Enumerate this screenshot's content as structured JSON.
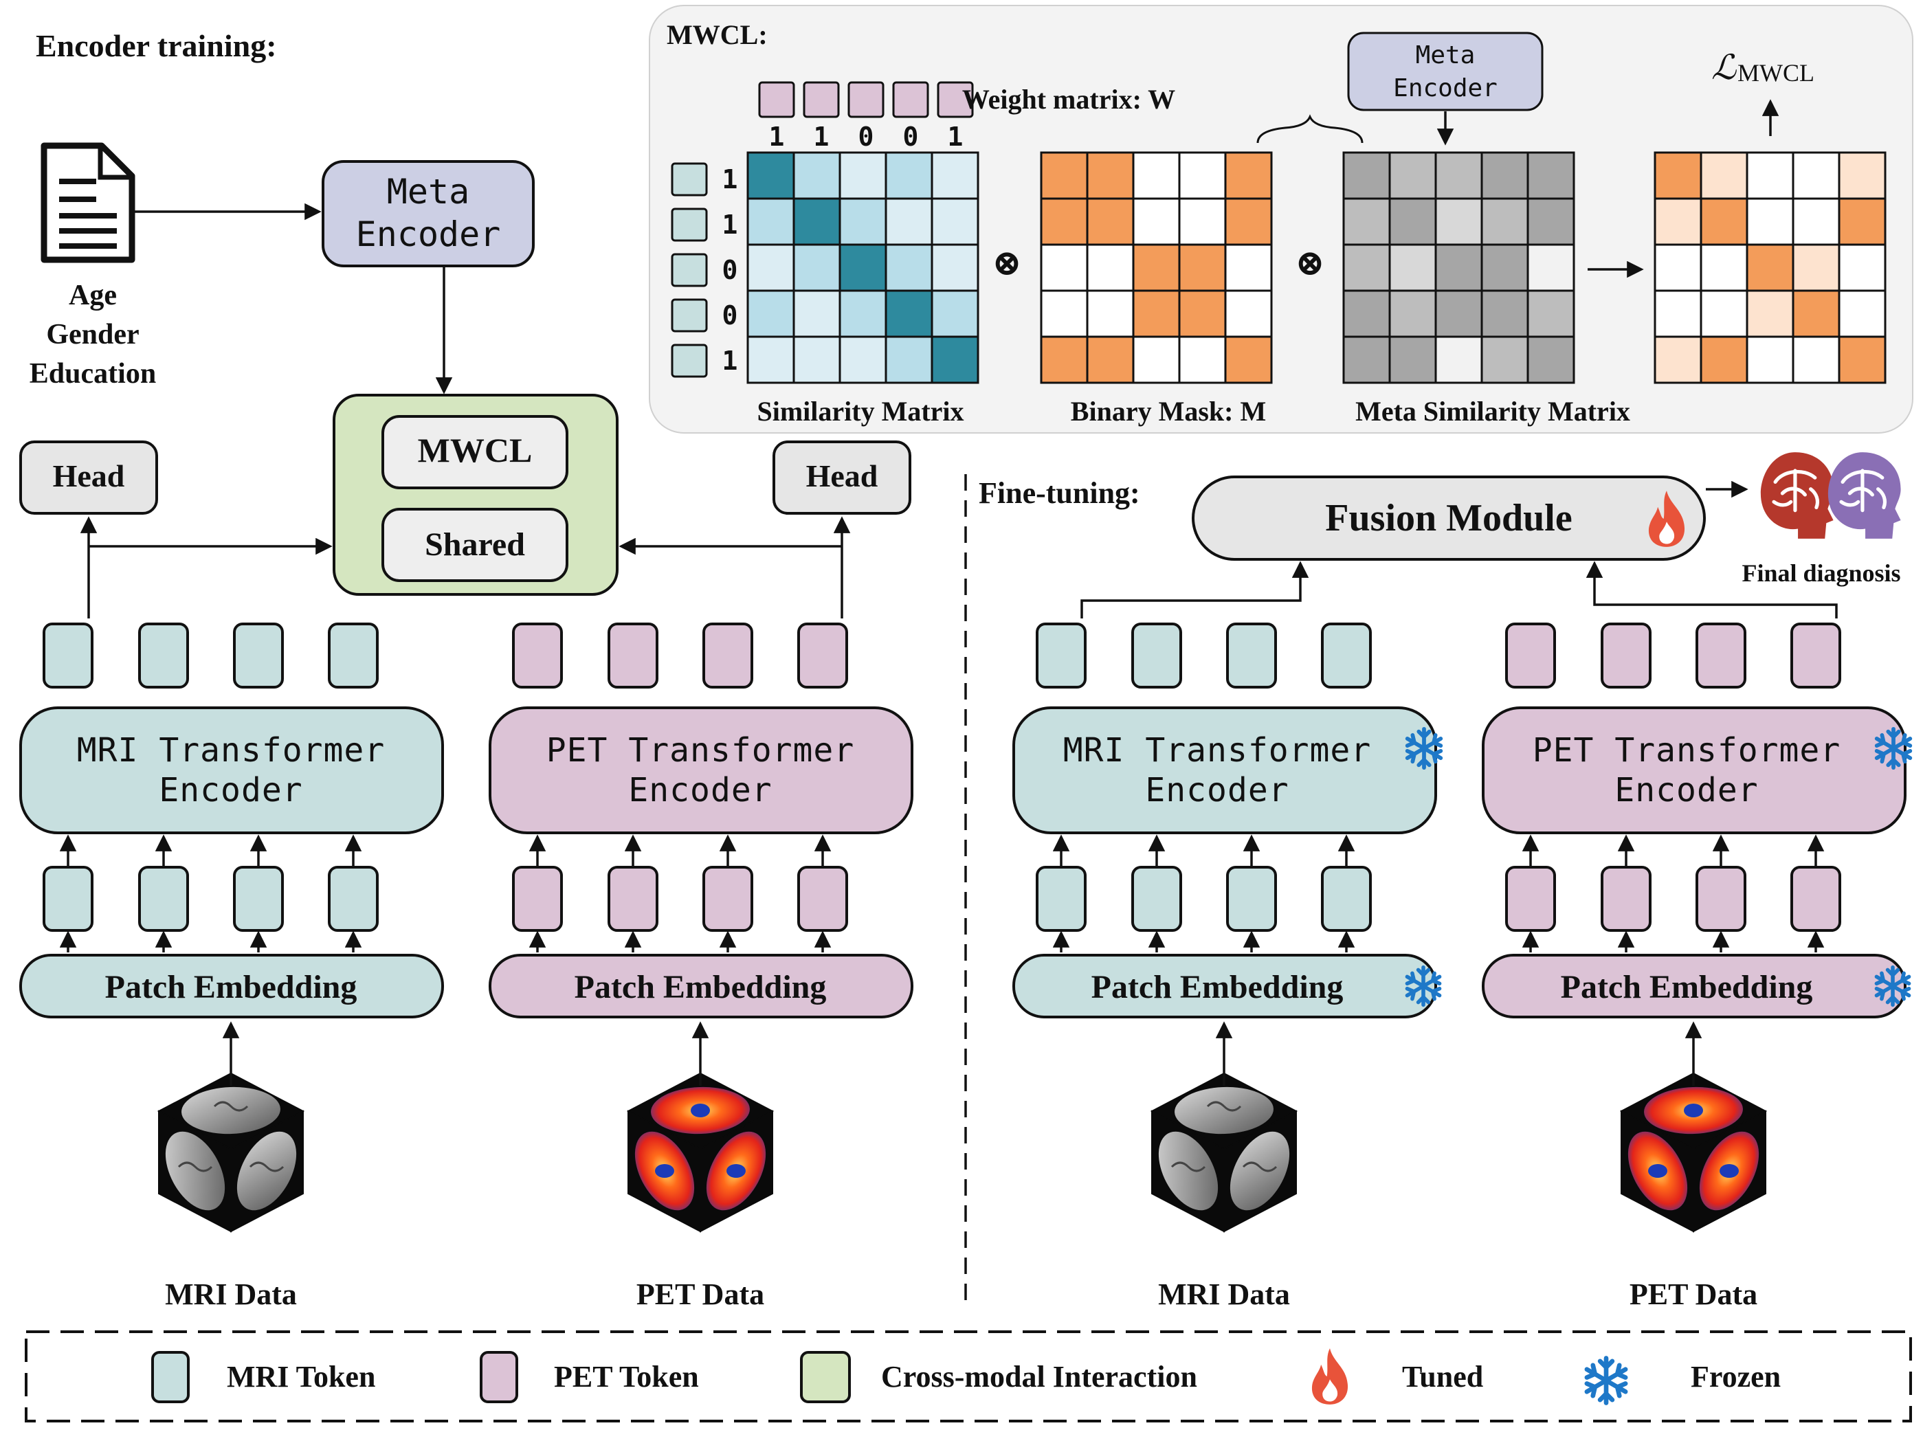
{
  "encoder_training": {
    "title": "Encoder training:",
    "metadata_lines": [
      "Age",
      "Gender",
      "Education"
    ],
    "meta_encoder_lines": [
      "Meta",
      "Encoder"
    ],
    "mwcl_label": "MWCL",
    "shared_label": "Shared",
    "head_label": "Head",
    "mri_encoder_lines": [
      "MRI Transformer",
      "Encoder"
    ],
    "pet_encoder_lines": [
      "PET Transformer",
      "Encoder"
    ],
    "patch_embedding_label": "Patch Embedding",
    "mri_data_label": "MRI Data",
    "pet_data_label": "PET Data"
  },
  "mwcl_panel": {
    "title": "MWCL:",
    "column_labels": [
      "1",
      "1",
      "0",
      "0",
      "1"
    ],
    "row_labels": [
      "1",
      "1",
      "0",
      "0",
      "1"
    ],
    "weight_matrix_label": "Weight matrix: W",
    "meta_encoder_lines": [
      "Meta",
      "Encoder"
    ],
    "loss_label": "ℒ",
    "loss_subscript": "MWCL",
    "operator_symbol": "⊗",
    "similarity_label": "Similarity Matrix",
    "binary_mask_label": "Binary Mask: M",
    "meta_similarity_label": "Meta Similarity Matrix",
    "similarity_matrix": [
      [
        4,
        2,
        1,
        2,
        1
      ],
      [
        2,
        4,
        2,
        1,
        1
      ],
      [
        1,
        2,
        4,
        2,
        1
      ],
      [
        2,
        1,
        2,
        4,
        2
      ],
      [
        1,
        1,
        1,
        2,
        4
      ]
    ],
    "binary_mask": [
      [
        1,
        1,
        0,
        0,
        1
      ],
      [
        1,
        1,
        0,
        0,
        1
      ],
      [
        0,
        0,
        1,
        1,
        0
      ],
      [
        0,
        0,
        1,
        1,
        0
      ],
      [
        1,
        1,
        0,
        0,
        1
      ]
    ],
    "meta_similarity": [
      [
        3,
        2,
        2,
        3,
        3
      ],
      [
        2,
        3,
        1,
        2,
        3
      ],
      [
        2,
        1,
        3,
        3,
        0
      ],
      [
        3,
        2,
        3,
        3,
        2
      ],
      [
        3,
        3,
        0,
        2,
        3
      ]
    ],
    "result_matrix": [
      [
        3,
        1,
        0,
        0,
        1
      ],
      [
        1,
        3,
        0,
        0,
        3
      ],
      [
        0,
        0,
        3,
        1,
        0
      ],
      [
        0,
        0,
        1,
        3,
        0
      ],
      [
        1,
        3,
        0,
        0,
        3
      ]
    ],
    "colors": {
      "sim_levels": [
        "#ffffff",
        "#dcedf3",
        "#b8dde9",
        "#94cde0",
        "#2e8a9e"
      ],
      "mask_on": "#f39c5a",
      "meta_levels": [
        "#f2f2f2",
        "#d8d8d8",
        "#bdbdbd",
        "#a6a6a6"
      ],
      "result_levels": [
        "#ffffff",
        "#fde3cf",
        "#f9c29d",
        "#f39c5a"
      ]
    }
  },
  "fine_tuning": {
    "title": "Fine-tuning:",
    "fusion_module_label": "Fusion Module",
    "final_diagnosis_label": "Final diagnosis",
    "mri_encoder_lines": [
      "MRI Transformer",
      "Encoder"
    ],
    "pet_encoder_lines": [
      "PET Transformer",
      "Encoder"
    ],
    "patch_embedding_label": "Patch Embedding",
    "mri_data_label": "MRI Data",
    "pet_data_label": "PET Data",
    "frozen_icon": "snowflake-icon",
    "tuned_icon": "flame-icon",
    "diagnosis_icon": "brain-head-icon"
  },
  "legend": {
    "mri_token": "MRI Token",
    "pet_token": "PET Token",
    "cross_modal": "Cross-modal Interaction",
    "tuned": "Tuned",
    "frozen": "Frozen"
  },
  "colors": {
    "mri_fill": "#c7dfdf",
    "pet_fill": "#dcc3d6",
    "cross_fill": "#d5e6c0",
    "meta_fill": "#cccfe4",
    "panel_fill": "#f3f3f3",
    "head_fill": "#e6e6e6",
    "fire": "#e8533a",
    "snow": "#1e78c8"
  }
}
